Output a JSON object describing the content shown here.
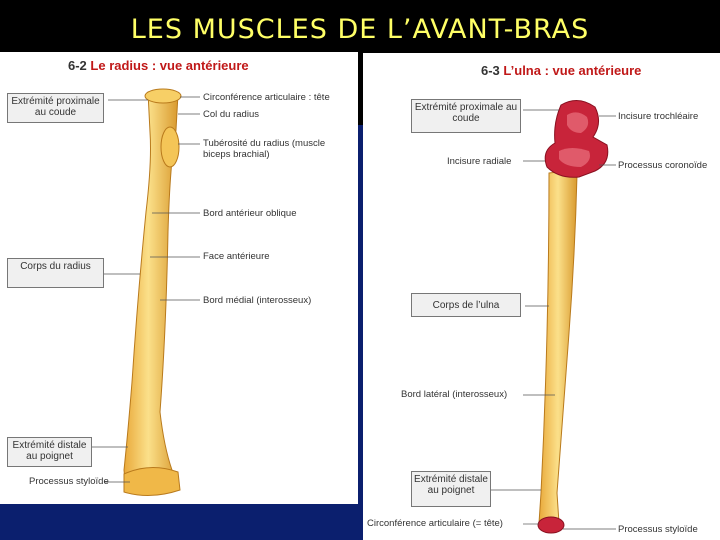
{
  "slide": {
    "title": "LES MUSCLES DE L’AVANT-BRAS"
  },
  "radius_figure": {
    "number": "6-2",
    "title": "Le radius : vue antérieure",
    "boxes": {
      "proximal": "Extrémité proximale au coude",
      "body": "Corps du radius",
      "distal": "Extrémité distale au poignet"
    },
    "annotations": {
      "head": "Circonférence articulaire : tête",
      "neck": "Col du radius",
      "tuberosity": "Tubérosité du radius (muscle biceps brachial)",
      "anterior_border": "Bord antérieur oblique",
      "anterior_face": "Face antérieure",
      "medial_border": "Bord médial (interosseux)",
      "styloid": "Processus styloïde"
    }
  },
  "ulna_figure": {
    "number": "6-3",
    "title": "L’ulna : vue antérieure",
    "boxes": {
      "proximal": "Extrémité proximale au coude",
      "body": "Corps de l’ulna",
      "distal": "Extrémité distale au poignet"
    },
    "annotations": {
      "trochlear": "Incisure trochléaire",
      "radial_notch": "Incisure radiale",
      "coronoid": "Processus coronoïde",
      "lateral_border": "Bord latéral (interosseux)",
      "articular_circ": "Circonférence articulaire (= tête)",
      "styloid": "Processus styloïde"
    }
  },
  "colors": {
    "title": "#ffff66",
    "bone": "#f2c24a",
    "cartilage": "#c8243a",
    "background": "#000000"
  }
}
